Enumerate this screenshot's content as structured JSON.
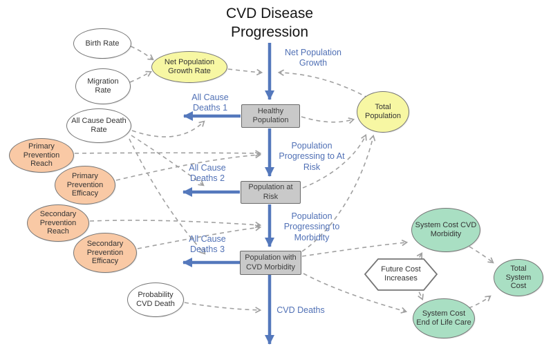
{
  "title": "CVD Disease Progression",
  "nodes": {
    "birth_rate": "Birth Rate",
    "migration_rate": "Migration Rate",
    "net_population_growth_rate": "Net Population Growth Rate",
    "total_population": "Total Population",
    "all_cause_death_rate": "All Cause Death Rate",
    "primary_prevention_reach": "Primary Prevention Reach",
    "primary_prevention_efficacy": "Primary Prevention Efficacy",
    "secondary_prevention_reach": "Secondary Prevention Reach",
    "secondary_prevention_efficacy": "Secondary Prevention Efficacy",
    "probability_cvd_death": "Probability CVD Death",
    "system_cost_cvd_morbidity": "System Cost CVD Morbidity",
    "system_cost_end_of_life_care": "System Cost End of Life Care",
    "total_system_cost": "Total System Cost",
    "future_cost_increases": "Future Cost Increases"
  },
  "stocks": {
    "healthy_population": "Healthy Population",
    "population_at_risk": "Population at Risk",
    "population_with_cvd_morbidity": "Population with CVD Morbidity"
  },
  "flows": {
    "net_population_growth": "Net Population Growth",
    "all_cause_deaths_1": "All Cause Deaths 1",
    "population_progressing_to_at_risk": "Population Progressing to At Risk",
    "all_cause_deaths_2": "All Cause Deaths 2",
    "population_progressing_to_morbidity": "Population Progressing to Morbidity",
    "all_cause_deaths_3": "All Cause Deaths 3",
    "cvd_deaths": "CVD Deaths"
  },
  "colors": {
    "flow_blue": "#5478BC",
    "flow_label_blue": "#5070B5",
    "connector_gray": "#A0A0A0",
    "stock_fill": "#C9C9C9",
    "variable_yellow": "#F7F7A3",
    "variable_orange": "#F9C9A5",
    "variable_green": "#A9DFC3",
    "variable_white": "#FFFFFF",
    "border_gray": "#757575"
  }
}
